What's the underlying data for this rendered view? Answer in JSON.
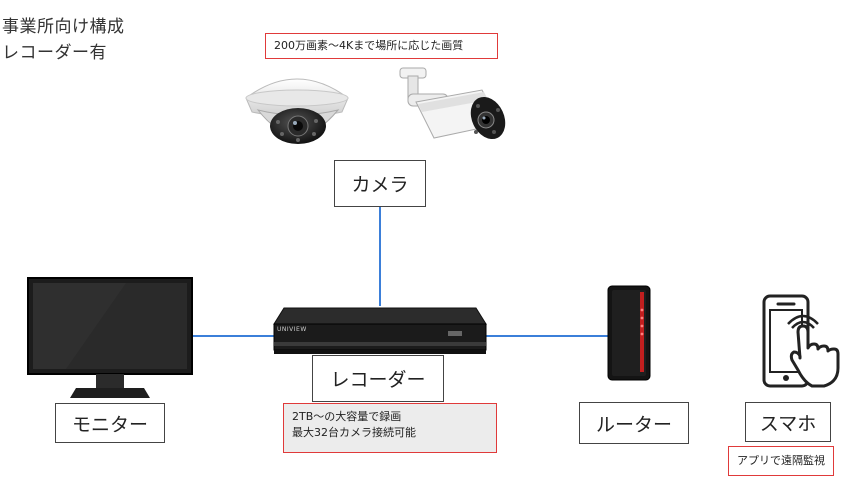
{
  "title": {
    "line1": "事業所向け構成",
    "line2": "レコーダー有"
  },
  "camera": {
    "note": "200万画素～4Kまで場所に応じた画質",
    "label": "カメラ"
  },
  "recorder": {
    "label": "レコーダー",
    "note_line1": "2TB～の大容量で録画",
    "note_line2": "最大32台カメラ接続可能",
    "brand": "UNIVIEW"
  },
  "monitor": {
    "label": "モニター"
  },
  "router": {
    "label": "ルーター"
  },
  "smartphone": {
    "label": "スマホ",
    "note": "アプリで遠隔監視"
  },
  "colors": {
    "connector": "#3b7fd9",
    "note_border": "#e03a3a"
  }
}
